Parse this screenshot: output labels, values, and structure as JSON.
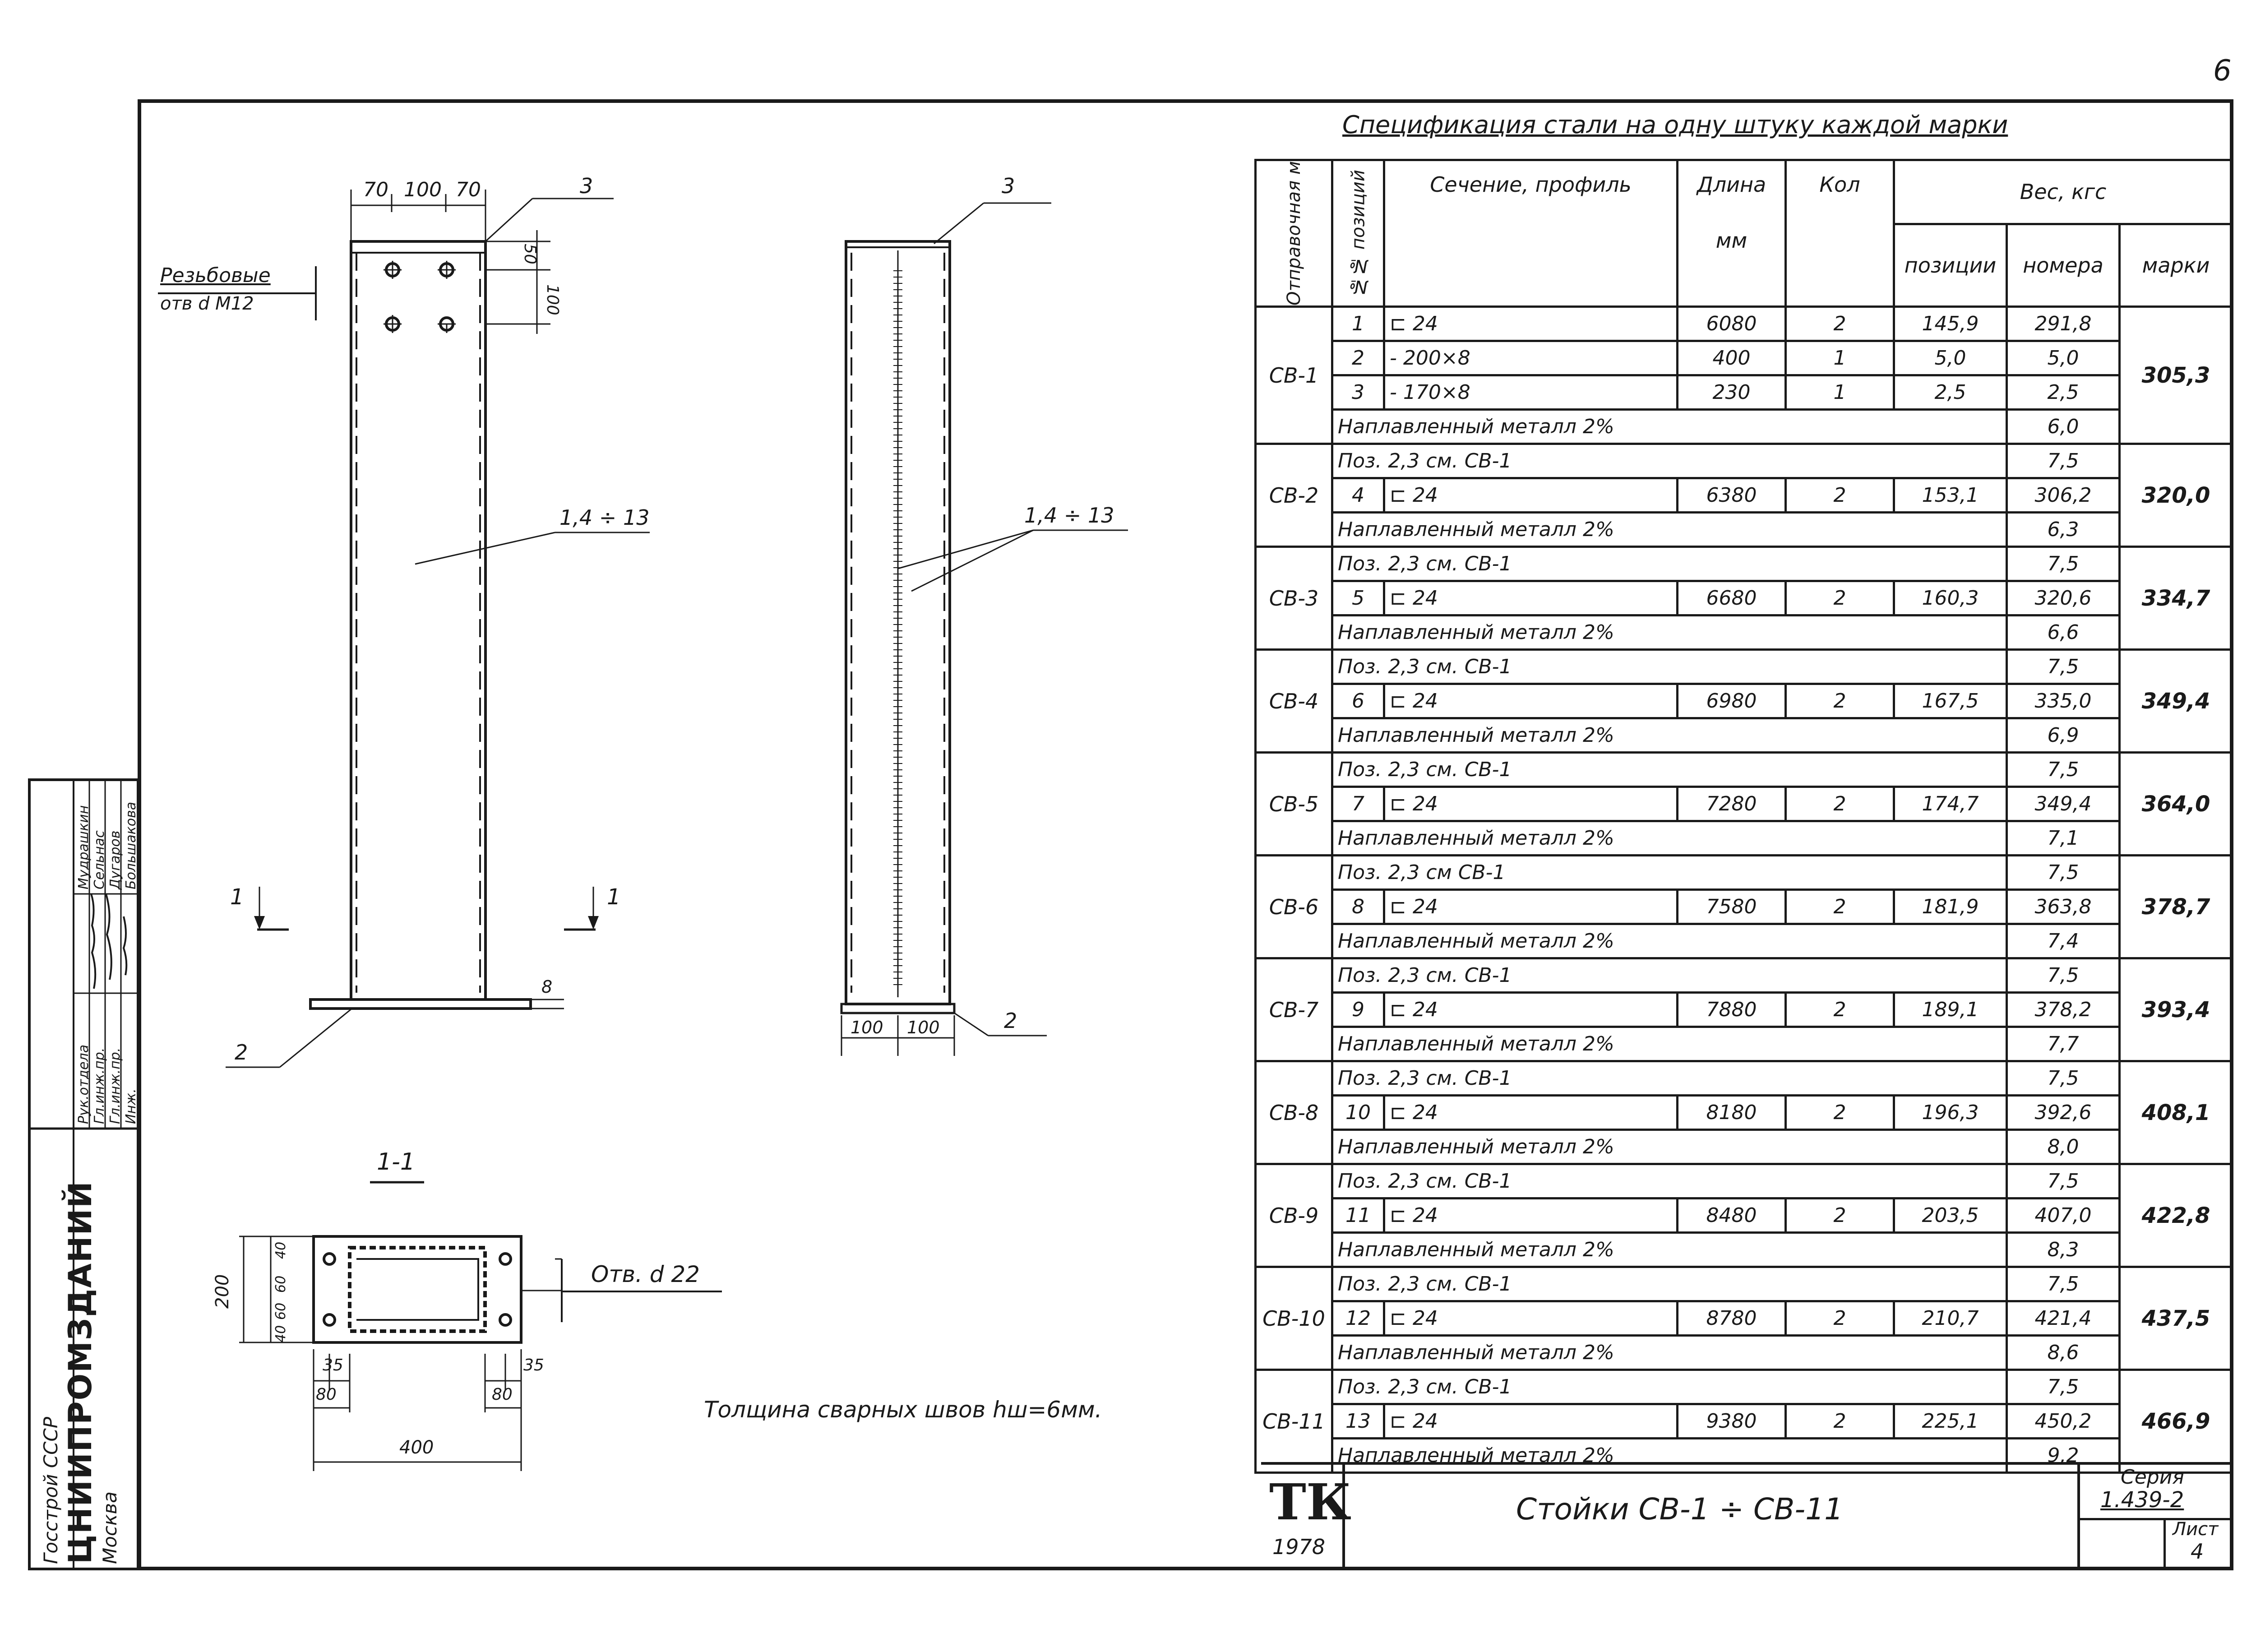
{
  "page_number": "6",
  "stamp": {
    "org_line1": "Госстрой СССР",
    "org_line2": "ЦНИИПРОМЗДАНИЙ",
    "org_line3": "Москва",
    "roles": [
      "Рук.отдела",
      "Гл.инж.пр.",
      "Гл.инж.пр.",
      "Инж."
    ],
    "names": [
      "Мудрашкин",
      "Сельнас",
      "Дугаров",
      "Большакова"
    ]
  },
  "drawing": {
    "dims_top": [
      "70",
      "100",
      "70"
    ],
    "dims_side": [
      "50",
      "100"
    ],
    "callout_holes": [
      "Резьбовые",
      "отв d M12"
    ],
    "pos_labels": {
      "cap": "3",
      "base": "2",
      "cap_side": "3",
      "base_side": "2"
    },
    "range_label": "1,4 ÷ 13",
    "range_label_side": "1,4 ÷ 13",
    "section_marks": [
      "1",
      "1"
    ],
    "base_thickness": "8",
    "side_dims": [
      "100",
      "100"
    ],
    "section_title": "1-1",
    "section_height": "200",
    "section_dims_vertical": [
      "40",
      "60",
      "60",
      "40"
    ],
    "section_left_dims": [
      "35",
      "80"
    ],
    "section_right_dims": [
      "35",
      "80"
    ],
    "section_width": "400",
    "hole_note": "Отв. d 22",
    "weld_note": "Толщина сварных швов hш=6мм."
  },
  "spec": {
    "title": "Спецификация стали на одну штуку каждой марки",
    "headers": {
      "mark": "Отправочная марка",
      "pos": "№№ позиций",
      "section": "Сечение, профиль",
      "length": "Длина",
      "length_unit": "мм",
      "qty": "Кол",
      "weight": "Вес, кгс",
      "w_pos": "позиции",
      "w_num": "номера",
      "w_mark": "марки"
    },
    "weld_text": "Наплавленный металл 2%",
    "groups": [
      {
        "mark": "СВ-1",
        "total": "305,3",
        "weld": "6,0",
        "rows": [
          {
            "pos": "1",
            "section": "⊏ 24",
            "length": "6080",
            "qty": "2",
            "w_pos": "145,9",
            "w_num": "291,8"
          },
          {
            "pos": "2",
            "section": "- 200×8",
            "length": "400",
            "qty": "1",
            "w_pos": "5,0",
            "w_num": "5,0"
          },
          {
            "pos": "3",
            "section": "- 170×8",
            "length": "230",
            "qty": "1",
            "w_pos": "2,5",
            "w_num": "2,5"
          }
        ]
      },
      {
        "mark": "СВ-2",
        "total": "320,0",
        "ref": "Поз. 2,3 см. СВ-1",
        "ref_w": "7,5",
        "weld": "6,3",
        "rows": [
          {
            "pos": "4",
            "section": "⊏ 24",
            "length": "6380",
            "qty": "2",
            "w_pos": "153,1",
            "w_num": "306,2"
          }
        ]
      },
      {
        "mark": "СВ-3",
        "total": "334,7",
        "ref": "Поз. 2,3 см. СВ-1",
        "ref_w": "7,5",
        "weld": "6,6",
        "rows": [
          {
            "pos": "5",
            "section": "⊏ 24",
            "length": "6680",
            "qty": "2",
            "w_pos": "160,3",
            "w_num": "320,6"
          }
        ]
      },
      {
        "mark": "СВ-4",
        "total": "349,4",
        "ref": "Поз. 2,3 см. СВ-1",
        "ref_w": "7,5",
        "weld": "6,9",
        "rows": [
          {
            "pos": "6",
            "section": "⊏ 24",
            "length": "6980",
            "qty": "2",
            "w_pos": "167,5",
            "w_num": "335,0"
          }
        ]
      },
      {
        "mark": "СВ-5",
        "total": "364,0",
        "ref": "Поз. 2,3 см. СВ-1",
        "ref_w": "7,5",
        "weld": "7,1",
        "rows": [
          {
            "pos": "7",
            "section": "⊏ 24",
            "length": "7280",
            "qty": "2",
            "w_pos": "174,7",
            "w_num": "349,4"
          }
        ]
      },
      {
        "mark": "СВ-6",
        "total": "378,7",
        "ref": "Поз. 2,3 см СВ-1",
        "ref_w": "7,5",
        "weld": "7,4",
        "rows": [
          {
            "pos": "8",
            "section": "⊏ 24",
            "length": "7580",
            "qty": "2",
            "w_pos": "181,9",
            "w_num": "363,8"
          }
        ]
      },
      {
        "mark": "СВ-7",
        "total": "393,4",
        "ref": "Поз. 2,3 см. СВ-1",
        "ref_w": "7,5",
        "weld": "7,7",
        "rows": [
          {
            "pos": "9",
            "section": "⊏ 24",
            "length": "7880",
            "qty": "2",
            "w_pos": "189,1",
            "w_num": "378,2"
          }
        ]
      },
      {
        "mark": "СВ-8",
        "total": "408,1",
        "ref": "Поз. 2,3 см. СВ-1",
        "ref_w": "7,5",
        "weld": "8,0",
        "rows": [
          {
            "pos": "10",
            "section": "⊏ 24",
            "length": "8180",
            "qty": "2",
            "w_pos": "196,3",
            "w_num": "392,6"
          }
        ]
      },
      {
        "mark": "СВ-9",
        "total": "422,8",
        "ref": "Поз. 2,3 см. СВ-1",
        "ref_w": "7,5",
        "weld": "8,3",
        "rows": [
          {
            "pos": "11",
            "section": "⊏ 24",
            "length": "8480",
            "qty": "2",
            "w_pos": "203,5",
            "w_num": "407,0"
          }
        ]
      },
      {
        "mark": "СВ-10",
        "total": "437,5",
        "ref": "Поз. 2,3 см. СВ-1",
        "ref_w": "7,5",
        "weld": "8,6",
        "rows": [
          {
            "pos": "12",
            "section": "⊏ 24",
            "length": "8780",
            "qty": "2",
            "w_pos": "210,7",
            "w_num": "421,4"
          }
        ]
      },
      {
        "mark": "СВ-11",
        "total": "466,9",
        "ref": "Поз. 2,3 см. СВ-1",
        "ref_w": "7,5",
        "weld": "9,2",
        "rows": [
          {
            "pos": "13",
            "section": "⊏ 24",
            "length": "9380",
            "qty": "2",
            "w_pos": "225,1",
            "w_num": "450,2"
          }
        ]
      }
    ]
  },
  "title_block": {
    "logo": "ТК",
    "year": "1978",
    "title": "Стойки СВ-1 ÷ СВ-11",
    "series_label": "Серия",
    "series": "1.439-2",
    "sheet_label": "Лист",
    "sheet": "4"
  }
}
